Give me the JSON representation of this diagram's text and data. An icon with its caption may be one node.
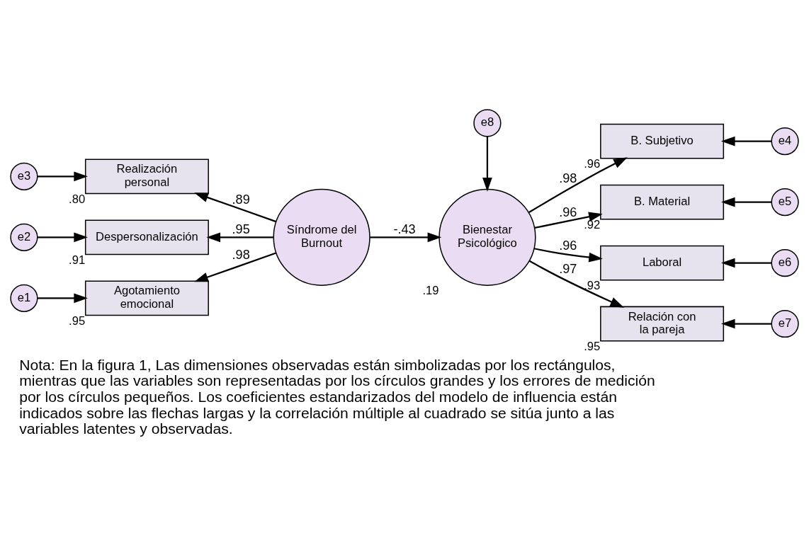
{
  "diagram": {
    "caption": "Nota: En la figura 1, Las dimensiones observadas están simbolizadas por los rectángulos, mientras que las variables son representadas por los círculos grandes y los errores de medición por los círculos pequeños. Los coeficientes estandarizados del modelo de influencia están indicados sobre las flechas largas y la correlación múltiple al cuadrado se sitúa junto a las variables latentes y observadas.",
    "nodes": [
      {
        "text": [
          "Síndrome del Burnout"
        ]
      },
      {
        "text": [
          "Bienestar Psicológico"
        ],
        "beside": [
          ".19"
        ]
      },
      {
        "text": [
          "Realización personal"
        ],
        "beside": [
          ".80"
        ]
      },
      {
        "text": [
          "Despersonalización"
        ],
        "beside": [
          ".91"
        ]
      },
      {
        "text": [
          "Agotamiento emocional"
        ],
        "beside": [
          ".95"
        ]
      },
      {
        "text": [
          "B. Subjetivo"
        ],
        "beside": [
          ".96"
        ]
      },
      {
        "text": [
          "B. Material"
        ],
        "beside": [
          ".92"
        ]
      },
      {
        "text": [
          "Laboral"
        ],
        "beside": [
          ".93"
        ]
      },
      {
        "text": [
          "Relación con la pareja"
        ],
        "beside": [
          ".95"
        ]
      },
      {
        "text": [
          "e3"
        ]
      },
      {
        "text": [
          "e2"
        ]
      },
      {
        "text": [
          "e1"
        ]
      },
      {
        "text": [
          "e4"
        ]
      },
      {
        "text": [
          "e5"
        ]
      },
      {
        "text": [
          "e6"
        ]
      },
      {
        "text": [
          "e7"
        ]
      },
      {
        "text": [
          "e8"
        ]
      }
    ],
    "edges": [
      {
        "from": 0,
        "to": 2,
        "arrow": "to",
        "label": ".89"
      },
      {
        "from": 0,
        "to": 3,
        "arrow": "to",
        "label": ".95"
      },
      {
        "from": 0,
        "to": 4,
        "arrow": "to",
        "label": ".98"
      },
      {
        "from": 0,
        "to": 1,
        "arrow": "to",
        "label": "-.43"
      },
      {
        "from": 1,
        "to": 5,
        "arrow": "to",
        "label": ".98"
      },
      {
        "from": 1,
        "to": 6,
        "arrow": "to",
        "label": ".96"
      },
      {
        "from": 1,
        "to": 7,
        "arrow": "to",
        "label": ".96"
      },
      {
        "from": 1,
        "to": 8,
        "arrow": "to",
        "label": ".97"
      },
      {
        "from": 9,
        "to": 2,
        "arrow": "to"
      },
      {
        "from": 10,
        "to": 3,
        "arrow": "to"
      },
      {
        "from": 11,
        "to": 4,
        "arrow": "to"
      },
      {
        "from": 12,
        "to": 5,
        "arrow": "to"
      },
      {
        "from": 13,
        "to": 6,
        "arrow": "to"
      },
      {
        "from": 14,
        "to": 7,
        "arrow": "to"
      },
      {
        "from": 15,
        "to": 8,
        "arrow": "to"
      },
      {
        "from": 16,
        "to": 1,
        "arrow": "to"
      }
    ]
  }
}
